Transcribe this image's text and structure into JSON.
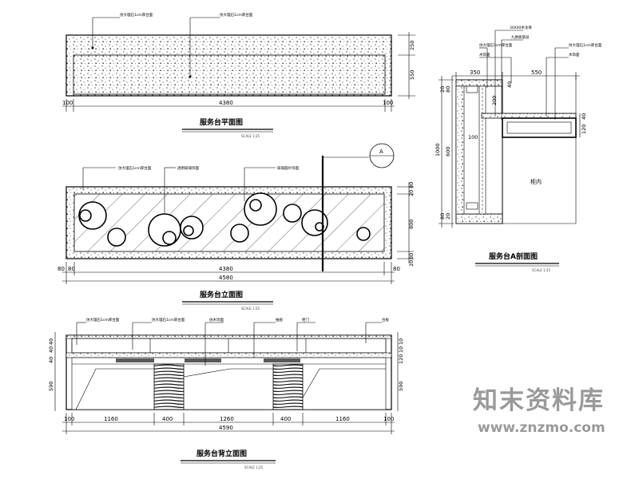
{
  "plan": {
    "title": "服务台平面图",
    "scale": "SCALE 1:25",
    "callouts": [
      "仿大理石1cm厚台面",
      "仿大理石1cm厚台面"
    ],
    "dim_total": "4380",
    "dim_left": "100",
    "dim_right": "100",
    "dim_v1": "250",
    "dim_v2": "550"
  },
  "elevation": {
    "title": "服务台立面图",
    "scale": "SCALE 1:25",
    "callouts": [
      "仿大理石1cm厚台面",
      "透明玻璃饰面",
      "玻璃圆片饰面"
    ],
    "dim_inner": "4380",
    "dim_total": "4580",
    "dim_l1": "80",
    "dim_l2": "80",
    "dim_r1": "80",
    "dim_v": [
      "20",
      "80",
      "800",
      "80",
      "20"
    ],
    "section_mark": "A"
  },
  "back_elevation": {
    "title": "服务台背立面图",
    "scale": "SCALE 1:25",
    "callouts": [
      "仿大理石1cm厚台面",
      "仿大理石1cm厚台面",
      "仿木饰面",
      "抽屉",
      "柜门",
      "台板"
    ],
    "dims": [
      "100",
      "1160",
      "400",
      "1260",
      "400",
      "1160",
      "100"
    ],
    "dim_total": "4590",
    "dim_left_v": [
      "40",
      "40",
      "40",
      "590"
    ],
    "dim_right_v": [
      "10",
      "10",
      "120",
      "590"
    ]
  },
  "section": {
    "title": "服务台A剖面图",
    "scale": "SCALE 1:25",
    "callouts": [
      "30X40木龙骨",
      "九厘板基层",
      "仿大理石1cm厚台面",
      "木饰面",
      "仿大理石1cm厚台面",
      "木饰面"
    ],
    "dims_top": [
      "350",
      "550"
    ],
    "dims_left": [
      "20",
      "80",
      "1000",
      "600",
      "80",
      "20"
    ],
    "dims_inner": [
      "40",
      "200",
      "100"
    ],
    "dims_right": [
      "120",
      "40"
    ],
    "label_room": "柜内"
  },
  "watermark": {
    "main": "知末资料库",
    "url": "www.znzmo.com"
  }
}
